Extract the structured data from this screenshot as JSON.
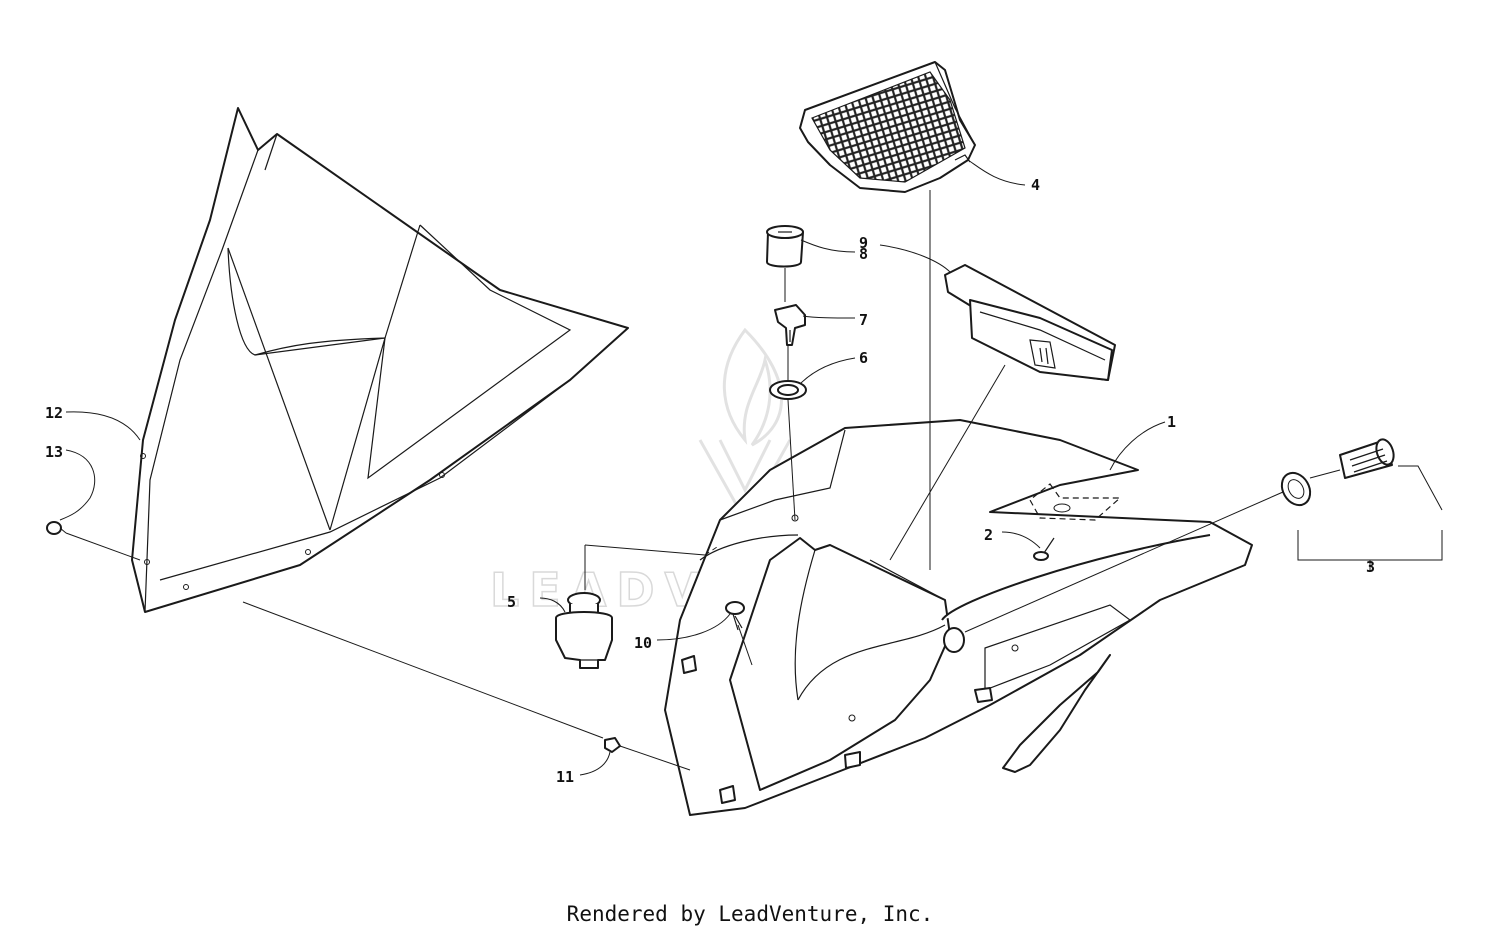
{
  "watermark": {
    "text": "LEADVENTURE"
  },
  "callouts": {
    "c1": "1",
    "c2": "2",
    "c3": "3",
    "c4": "4",
    "c5": "5",
    "c6": "6",
    "c7": "7",
    "c8": "8",
    "c9": "9",
    "c10": "10",
    "c11": "11",
    "c12": "12",
    "c13": "13"
  },
  "footer": {
    "text": "Rendered by LeadVenture, Inc."
  }
}
